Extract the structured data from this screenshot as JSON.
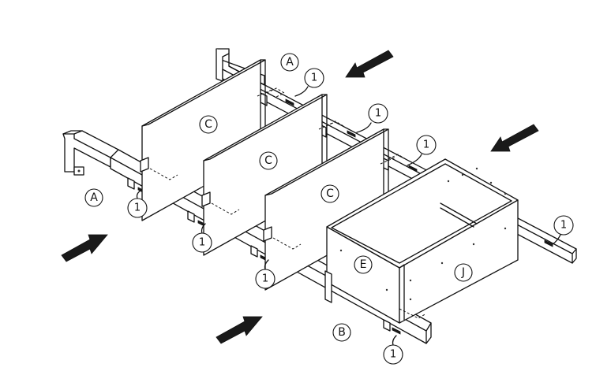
{
  "parts": {
    "frame_back": "A",
    "frame_front": "A",
    "front_rail": "B",
    "divider_1": "C",
    "divider_2": "C",
    "divider_3": "C",
    "box_front_panel": "E",
    "box_side_panel": "J"
  },
  "callouts": [
    "1",
    "1",
    "1",
    "1",
    "1",
    "1",
    "1",
    "1",
    "1"
  ],
  "colors": {
    "line": "#111111",
    "arrow": "#1a1a1a",
    "background": "#ffffff"
  }
}
